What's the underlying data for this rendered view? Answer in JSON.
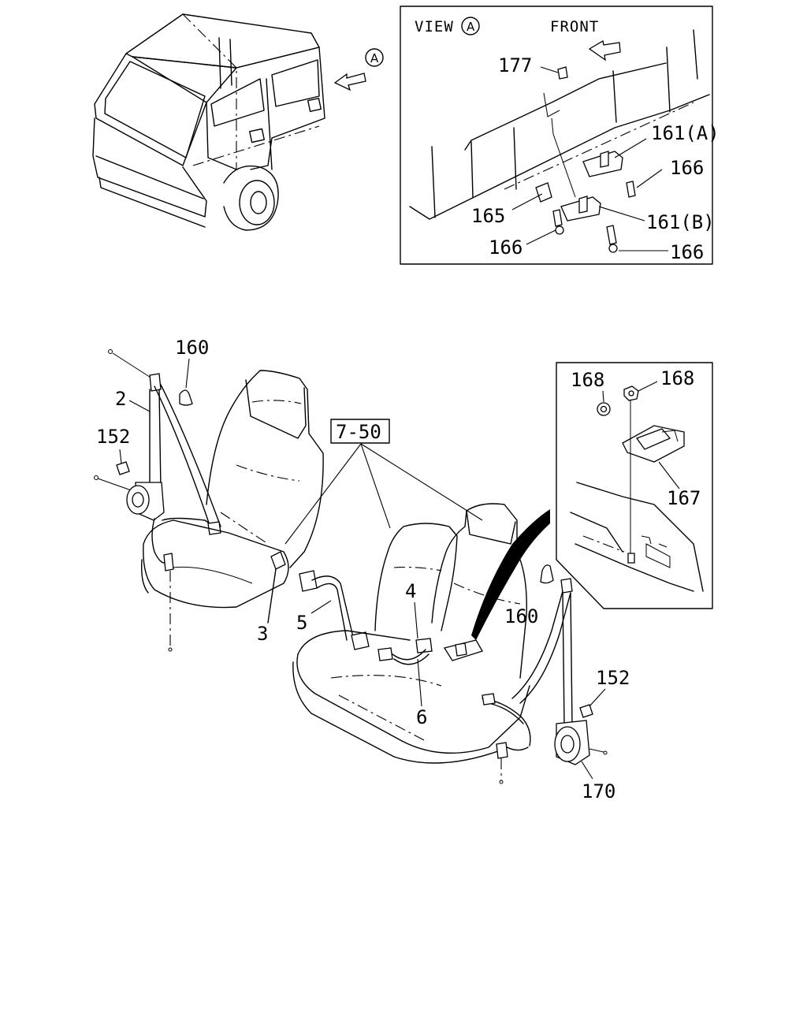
{
  "callout_a": "A",
  "view_a": {
    "view_word": "VIEW",
    "circle_letter": "A",
    "front": "FRONT"
  },
  "labels": {
    "l177": "177",
    "l161a": "161(A)",
    "l166a": "166",
    "l165": "165",
    "l161b": "161(B)",
    "l166b": "166",
    "l166c": "166",
    "l160a": "160",
    "l2": "2",
    "l152a": "152",
    "l750": "7-50",
    "l4": "4",
    "l3": "3",
    "l5": "5",
    "l6": "6",
    "l160b": "160",
    "l152b": "152",
    "l170": "170",
    "l168a": "168",
    "l168b": "168",
    "l167": "167"
  }
}
